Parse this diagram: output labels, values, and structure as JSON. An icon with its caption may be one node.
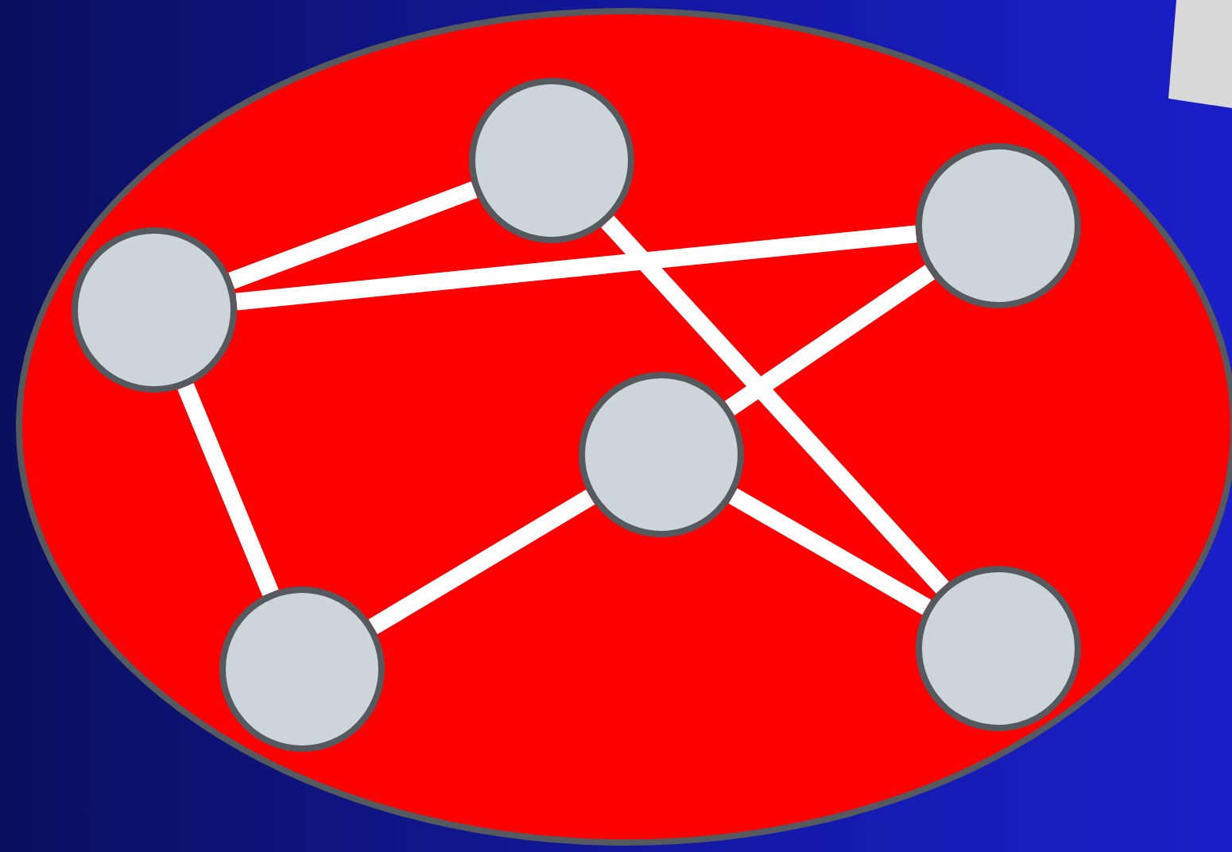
{
  "diagram": {
    "nodes": [
      {
        "text": [],
        "shape": "ellipse"
      },
      {
        "text": [],
        "shape": "circle",
        "in": 0
      },
      {
        "text": [],
        "shape": "circle",
        "in": 0
      },
      {
        "text": [],
        "shape": "circle",
        "in": 0
      },
      {
        "text": [],
        "shape": "circle",
        "in": 0
      },
      {
        "text": [],
        "shape": "circle",
        "in": 0
      },
      {
        "text": [],
        "shape": "circle",
        "in": 0
      }
    ],
    "edges": [
      {
        "from": 1,
        "to": 3,
        "arrow": "none"
      },
      {
        "from": 1,
        "to": 5,
        "arrow": "none"
      },
      {
        "from": 1,
        "to": 2,
        "arrow": "none"
      },
      {
        "from": 3,
        "to": 6,
        "arrow": "none"
      },
      {
        "from": 5,
        "to": 4,
        "arrow": "none"
      },
      {
        "from": 4,
        "to": 2,
        "arrow": "none"
      },
      {
        "from": 4,
        "to": 6,
        "arrow": "none"
      }
    ]
  }
}
